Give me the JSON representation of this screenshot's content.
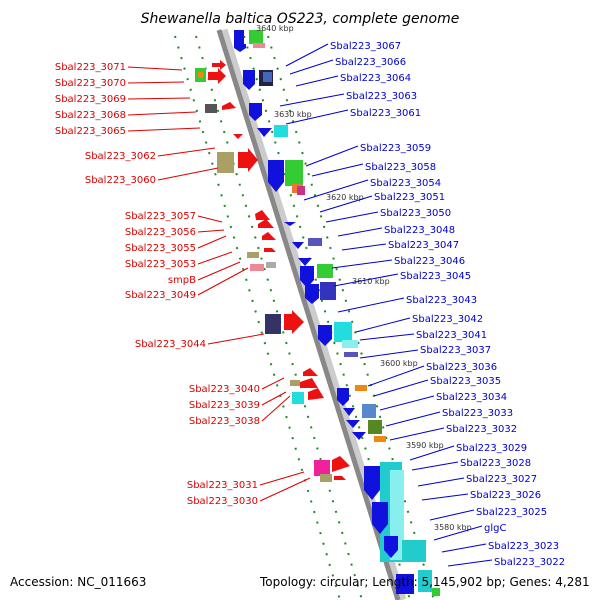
{
  "title": "Shewanella baltica OS223, complete genome",
  "accession": "Accession: NC_011663",
  "topology": "Topology: circular; Length: 5,145,902 bp; Genes: 4,281",
  "colors": {
    "forward": "#dd0000",
    "reverse": "#0000cc",
    "backbone": "#888888",
    "backbone_light": "#cccccc",
    "tick": "#228822"
  },
  "scale_marks": [
    "3640 kbp",
    "3630 kbp",
    "3620 kbp",
    "3610 kbp",
    "3600 kbp",
    "3590 kbp",
    "3580 kbp"
  ],
  "left_labels": [
    "Sbal223_3071",
    "Sbal223_3070",
    "Sbal223_3069",
    "Sbal223_3068",
    "Sbal223_3065",
    "Sbal223_3062",
    "Sbal223_3060",
    "Sbal223_3057",
    "Sbal223_3056",
    "Sbal223_3055",
    "Sbal223_3053",
    "smpB",
    "Sbal223_3049",
    "Sbal223_3044",
    "Sbal223_3040",
    "Sbal223_3039",
    "Sbal223_3038",
    "Sbal223_3031",
    "Sbal223_3030"
  ],
  "right_labels": [
    "Sbal223_3067",
    "Sbal223_3066",
    "Sbal223_3064",
    "Sbal223_3063",
    "Sbal223_3061",
    "Sbal223_3059",
    "Sbal223_3058",
    "Sbal223_3054",
    "Sbal223_3051",
    "Sbal223_3050",
    "Sbal223_3048",
    "Sbal223_3047",
    "Sbal223_3046",
    "Sbal223_3045",
    "Sbal223_3043",
    "Sbal223_3042",
    "Sbal223_3041",
    "Sbal223_3037",
    "Sbal223_3036",
    "Sbal223_3035",
    "Sbal223_3034",
    "Sbal223_3033",
    "Sbal223_3032",
    "Sbal223_3029",
    "Sbal223_3028",
    "Sbal223_3027",
    "Sbal223_3026",
    "Sbal223_3025",
    "glgC",
    "Sbal223_3023",
    "Sbal223_3022"
  ]
}
